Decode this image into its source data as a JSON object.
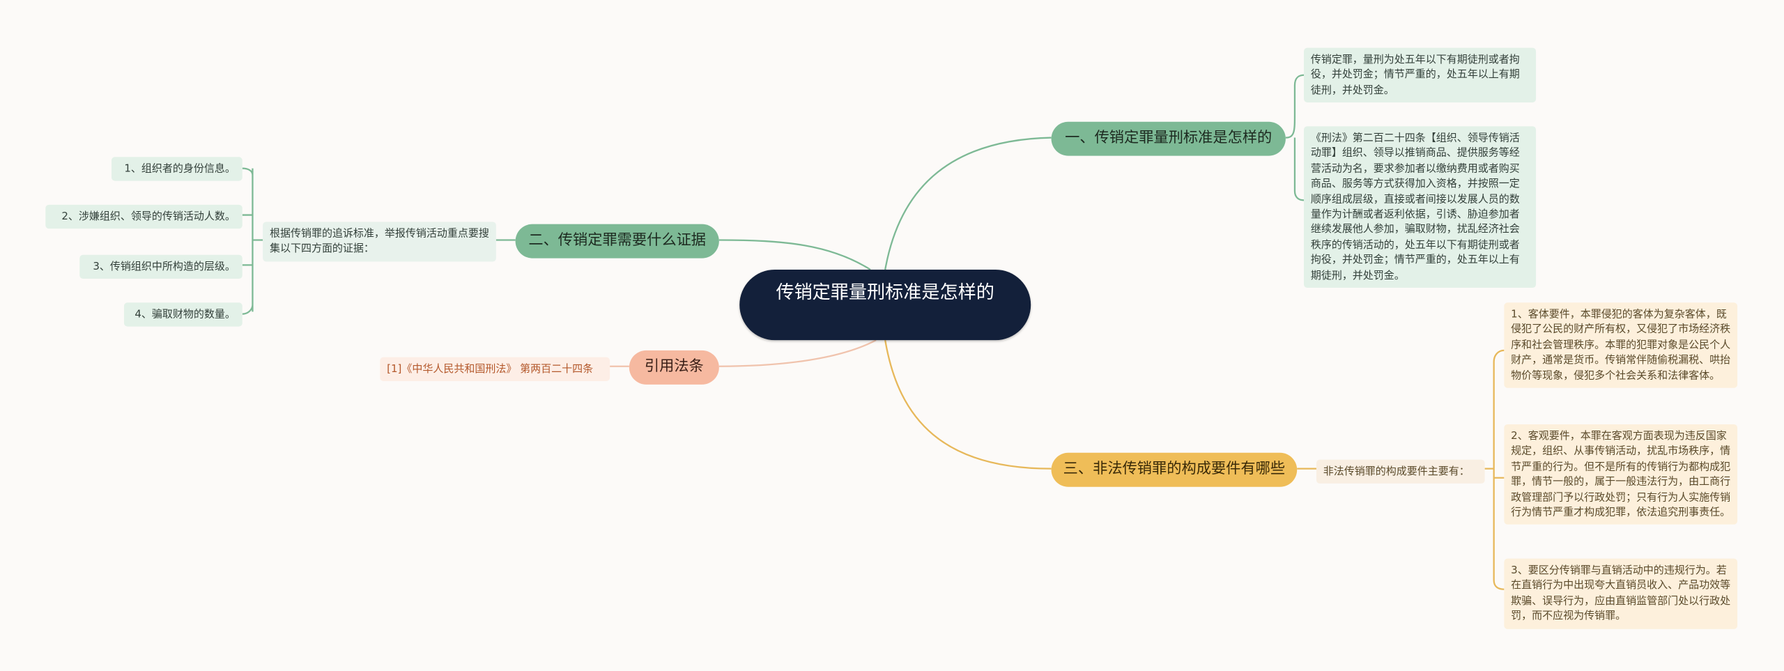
{
  "root": "传销定罪量刑标准是怎样的",
  "branches": {
    "b1": {
      "label": "一、传销定罪量刑标准是怎样的",
      "leaves": [
        "传销定罪，量刑为处五年以下有期徒刑或者拘役，并处罚金；情节严重的，处五年以上有期徒刑，并处罚金。",
        "《刑法》第二百二十四条【组织、领导传销活动罪】组织、领导以推销商品、提供服务等经营活动为名，要求参加者以缴纳费用或者购买商品、服务等方式获得加入资格，并按照一定顺序组成层级，直接或者间接以发展人员的数量作为计酬或者返利依据，引诱、胁迫参加者继续发展他人参加，骗取财物，扰乱经济社会秩序的传销活动的，处五年以下有期徒刑或者拘役，并处罚金；情节严重的，处五年以上有期徒刑，并处罚金。"
      ]
    },
    "b2": {
      "label": "二、传销定罪需要什么证据",
      "mid": "根据传销罪的追诉标准，举报传销活动重点要搜集以下四方面的证据：",
      "leaves": [
        "1、组织者的身份信息。",
        "2、涉嫌组织、领导的传销活动人数。",
        "3、传销组织中所构造的层级。",
        "4、骗取财物的数量。"
      ]
    },
    "b3": {
      "label": "三、非法传销罪的构成要件有哪些",
      "mid": "非法传销罪的构成要件主要有：",
      "leaves": [
        "1、客体要件，本罪侵犯的客体为复杂客体，既侵犯了公民的财产所有权，又侵犯了市场经济秩序和社会管理秩序。本罪的犯罪对象是公民个人财产，通常是货币。传销常伴随偷税漏税、哄抬物价等现象，侵犯多个社会关系和法律客体。",
        "2、客观要件，本罪在客观方面表现为违反国家规定，组织、从事传销活动，扰乱市场秩序，情节严重的行为。但不是所有的传销行为都构成犯罪，情节一般的，属于一般违法行为，由工商行政管理部门予以行政处罚；只有行为人实施传销行为情节严重才构成犯罪，依法追究刑事责任。",
        "3、要区分传销罪与直销活动中的违规行为。若在直销行为中出现夸大直销员收入、产品功效等欺骗、误导行为，应由直销监管部门处以行政处罚，而不应视为传销罪。"
      ]
    },
    "b4": {
      "label": "引用法条",
      "leaves": [
        "[1]《中华人民共和国刑法》 第两百二十四条"
      ]
    }
  },
  "colors": {
    "root": "#13203a",
    "green": "#7db995",
    "gold": "#efbd58",
    "peach": "#f6b9a0",
    "background": "#fcfaf8"
  }
}
